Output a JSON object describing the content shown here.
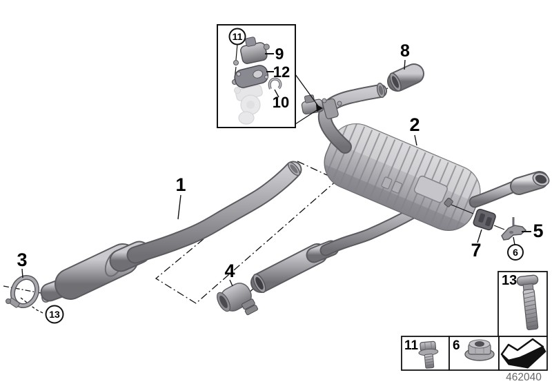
{
  "diagram": {
    "code": "462040",
    "colors": {
      "line": "#000000",
      "background": "#ffffff",
      "code_text": "#67676b",
      "metal": "#a2a2a7"
    },
    "callouts": {
      "p1": "1",
      "p2": "2",
      "p3": "3",
      "p4": "4",
      "p5": "5",
      "p6": "6",
      "p7": "7",
      "p8": "8",
      "p9": "9",
      "p10": "10",
      "p11": "11",
      "p12": "12",
      "p13": "13"
    },
    "legend": {
      "cell_bolt_short": "11",
      "cell_nut": "6",
      "cell_bolt_long": "13"
    }
  }
}
